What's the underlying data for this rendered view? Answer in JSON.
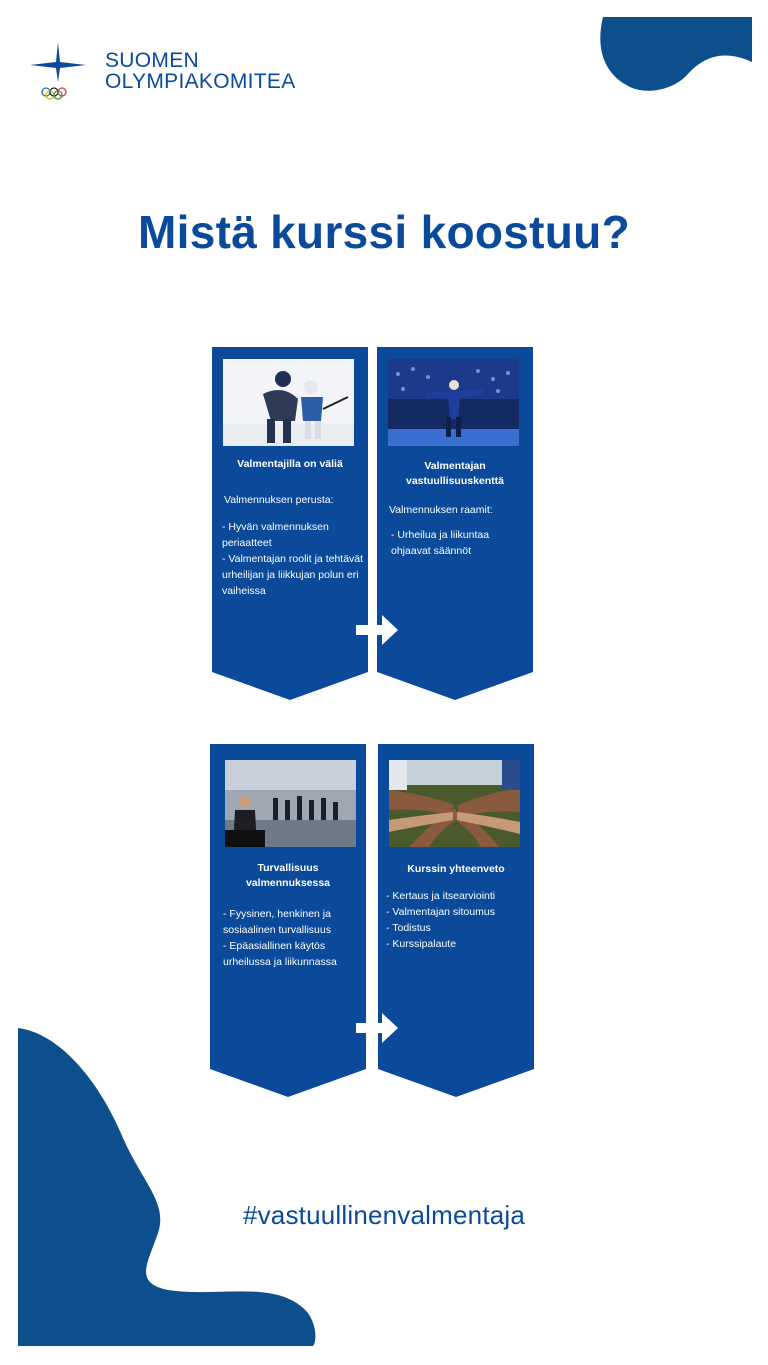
{
  "logo": {
    "line1": "SUOMEN",
    "line2": "OLYMPIAKOMITEA"
  },
  "title": "Mistä kurssi koostuu?",
  "cards": [
    {
      "heading": "Valmentajilla on väliä",
      "intro": "Valmennuksen perusta:",
      "items": [
        "- Hyvän valmennuksen periaatteet",
        "- Valmentajan roolit ja tehtävät urheilijan ja liikkujan polun eri vaiheissa"
      ]
    },
    {
      "heading": "Valmentajan vastuullisuuskenttä",
      "intro": "Valmennuksen raamit:",
      "items": [
        "- Urheilua ja liikuntaa ohjaavat säännöt"
      ]
    },
    {
      "heading": "Turvallisuus valmennuksessa",
      "intro": "",
      "items": [
        "- Fyysinen, henkinen ja sosiaalinen turvallisuus",
        "- Epäasiallinen käytös urheilussa ja liikunnassa"
      ]
    },
    {
      "heading": "Kurssin yhteenveto",
      "intro": "",
      "items": [
        "- Kertaus ja itsearviointi",
        "- Valmentajan sitoumus",
        "- Todistus",
        "- Kurssipalaute"
      ]
    }
  ],
  "hashtag": "#vastuullinenvalmentaja",
  "colors": {
    "brand_blue": "#0b4a9a",
    "card_blue": "#0b4a9a",
    "blob_blue": "#0d4f8c"
  }
}
